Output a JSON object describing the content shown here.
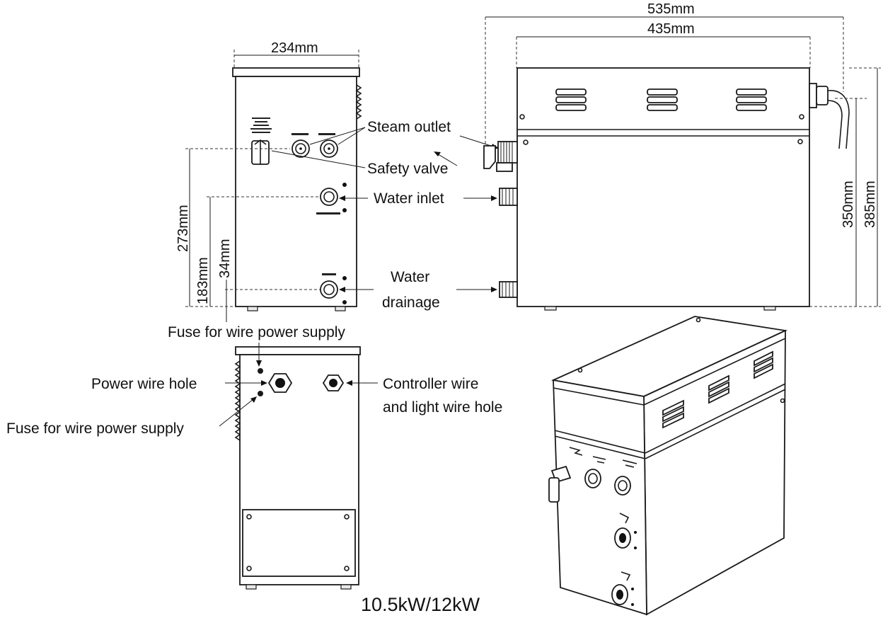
{
  "dimensions": {
    "side_width": "234mm",
    "front_total_width": "535mm",
    "front_body_width": "435mm",
    "side_height_273": "273mm",
    "side_height_183": "183mm",
    "side_height_34": "34mm",
    "front_height_350": "350mm",
    "front_height_385": "385mm"
  },
  "callouts": {
    "steam_outlet": "Steam outlet",
    "safety_valve": "Safety  valve",
    "water_inlet": "Water inlet",
    "water_drainage_line1": "Water",
    "water_drainage_line2": "drainage",
    "fuse_top": "Fuse for wire power supply",
    "power_wire_hole": "Power wire hole",
    "fuse_bottom": "Fuse for wire power supply",
    "controller_line1": "Controller wire",
    "controller_line2": "and light wire hole"
  },
  "caption": "10.5kW/12kW"
}
